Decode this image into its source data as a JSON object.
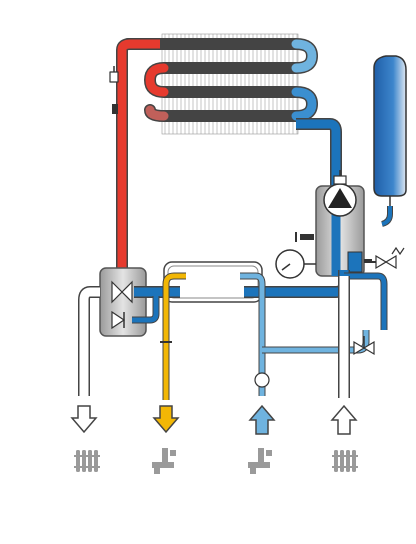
{
  "colors": {
    "hot": "#e63a2e",
    "hot_light": "#f07a6a",
    "cold": "#1c74bb",
    "cold_light": "#6fb3df",
    "dhw": "#f2b705",
    "pipe_outline": "#444444",
    "unit_fill": "#c8c8c8",
    "unit_stroke": "#666666",
    "expansion_vessel": "#2f6eb7",
    "fixture": "#9a9a9a",
    "background": "#ffffff"
  },
  "components": {
    "heat_exchanger": "finned-coil-heat-exchanger",
    "expansion_vessel": "expansion-vessel",
    "pump": "circulation-pump",
    "pressure_gauge": "pressure-gauge-icon",
    "diverter_valve": "three-way-diverter-valve",
    "plate_exchanger": "plate-heat-exchanger",
    "safety_valve": "safety-valve-icon",
    "fill_valve": "fill-valve-icon",
    "flow_switch": "flow-switch-icon"
  },
  "connections": [
    {
      "name": "heating-flow-outlet",
      "icon": "radiator-icon",
      "arrow": "down-arrow-icon",
      "arrow_color": "white"
    },
    {
      "name": "dhw-outlet",
      "icon": "tap-icon",
      "arrow": "down-arrow-icon",
      "arrow_color": "yellow"
    },
    {
      "name": "cold-water-inlet",
      "icon": "tap-icon",
      "arrow": "up-arrow-icon",
      "arrow_color": "blue"
    },
    {
      "name": "heating-return-inlet",
      "icon": "radiator-icon",
      "arrow": "up-arrow-icon",
      "arrow_color": "white"
    }
  ]
}
